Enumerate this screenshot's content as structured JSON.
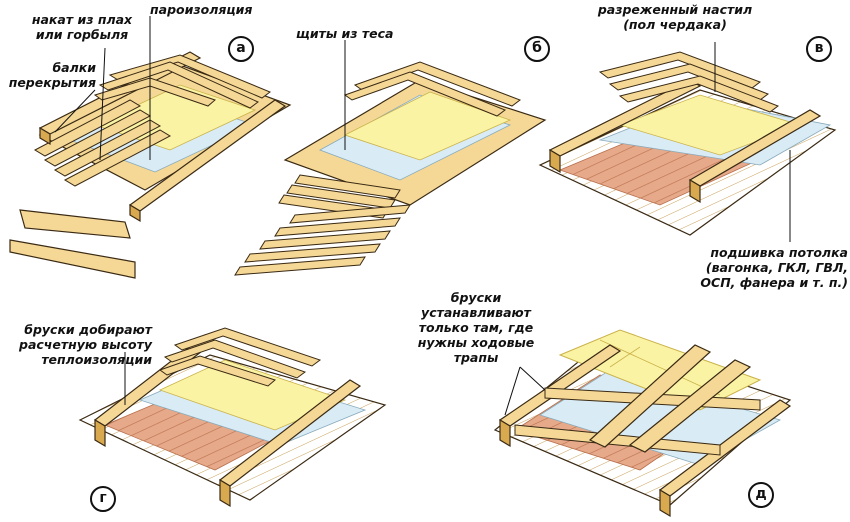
{
  "colors": {
    "wood": "#f5d896",
    "wood_dark": "#d8a94e",
    "outline": "#3a2a14",
    "insulation": "#fbf3a4",
    "vapor": "#d9ecf6",
    "ceiling": "#e6a98a",
    "ceiling_line": "#b8704d"
  },
  "panels": [
    {
      "id": "a",
      "badge": "а"
    },
    {
      "id": "b",
      "badge": "б"
    },
    {
      "id": "v",
      "badge": "в"
    },
    {
      "id": "g",
      "badge": "г"
    },
    {
      "id": "d",
      "badge": "д"
    }
  ],
  "labels": {
    "nakat_line1": "накат из плах",
    "nakat_line2": "или горбыля",
    "vapor": "пароизоляция",
    "beams_line1": "балки",
    "beams_line2": "перекрытия",
    "shields": "щиты из теса",
    "sparse_line1": "разреженный настил",
    "sparse_line2": "(пол чердака)",
    "hem_line1": "подшивка потолка",
    "hem_line2": "(вагонка, ГКЛ, ГВЛ,",
    "hem_line3": "ОСП, фанера и т. п.)",
    "bars_g_line1": "бруски добирают",
    "bars_g_line2": "расчетную высоту",
    "bars_g_line3": "теплоизоляции",
    "bars_d_line1": "бруски",
    "bars_d_line2": "устанавливают",
    "bars_d_line3": "только там, где",
    "bars_d_line4": "нужны ходовые",
    "bars_d_line5": "трапы"
  }
}
